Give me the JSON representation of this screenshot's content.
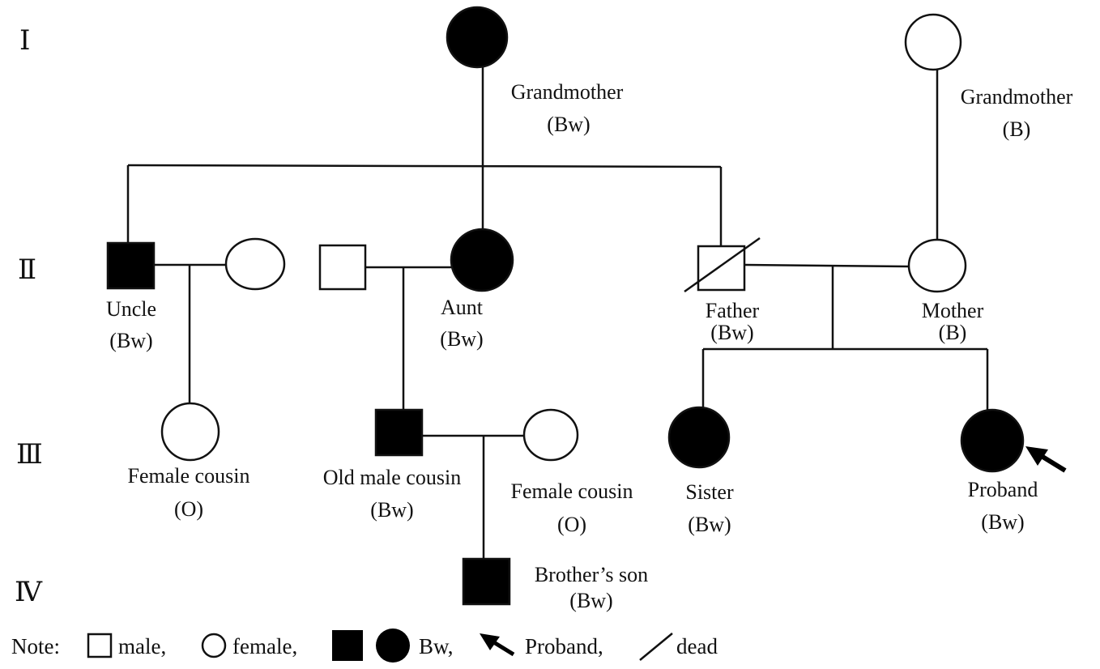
{
  "generations": [
    "Ⅰ",
    "Ⅱ",
    "Ⅲ",
    "Ⅳ"
  ],
  "individuals": {
    "grandmother_paternal": {
      "name": "Grandmother",
      "type": "(Bw)",
      "sex": "female",
      "affected": true,
      "deceased": false
    },
    "grandmother_maternal": {
      "name": "Grandmother",
      "type": "(B)",
      "sex": "female",
      "affected": false,
      "deceased": false
    },
    "uncle": {
      "name": "Uncle",
      "type": "(Bw)",
      "sex": "male",
      "affected": true,
      "deceased": false
    },
    "uncle_wife": {
      "sex": "female",
      "affected": false,
      "deceased": false
    },
    "aunt_husband": {
      "sex": "male",
      "affected": false,
      "deceased": false
    },
    "aunt": {
      "name": "Aunt",
      "type": "(Bw)",
      "sex": "female",
      "affected": true,
      "deceased": false
    },
    "father": {
      "name": "Father",
      "type": "(Bw)",
      "sex": "male",
      "affected": false,
      "deceased": true
    },
    "mother": {
      "name": "Mother",
      "type": "(B)",
      "sex": "female",
      "affected": false,
      "deceased": false
    },
    "female_cousin_1": {
      "name": "Female cousin",
      "type": "(O)",
      "sex": "female",
      "affected": false,
      "deceased": false
    },
    "old_male_cousin": {
      "name": "Old male cousin",
      "type": "(Bw)",
      "sex": "male",
      "affected": true,
      "deceased": false
    },
    "female_cousin_2": {
      "name": "Female cousin",
      "type": "(O)",
      "sex": "female",
      "affected": false,
      "deceased": false
    },
    "sister": {
      "name": "Sister",
      "type": "(Bw)",
      "sex": "female",
      "affected": true,
      "deceased": false
    },
    "proband": {
      "name": "Proband",
      "type": "(Bw)",
      "sex": "female",
      "affected": true,
      "deceased": false,
      "proband": true
    },
    "brothers_son": {
      "name": "Brother’s son",
      "type": "(Bw)",
      "sex": "male",
      "affected": true,
      "deceased": false
    }
  },
  "legend": {
    "prefix": "Note:",
    "male": "male,",
    "female": "female,",
    "bw": "Bw,",
    "proband": "Proband,",
    "dead": "dead"
  },
  "colors": {
    "stroke": "#111111",
    "affected_fill": "#000000",
    "unaffected_fill": "#ffffff"
  }
}
